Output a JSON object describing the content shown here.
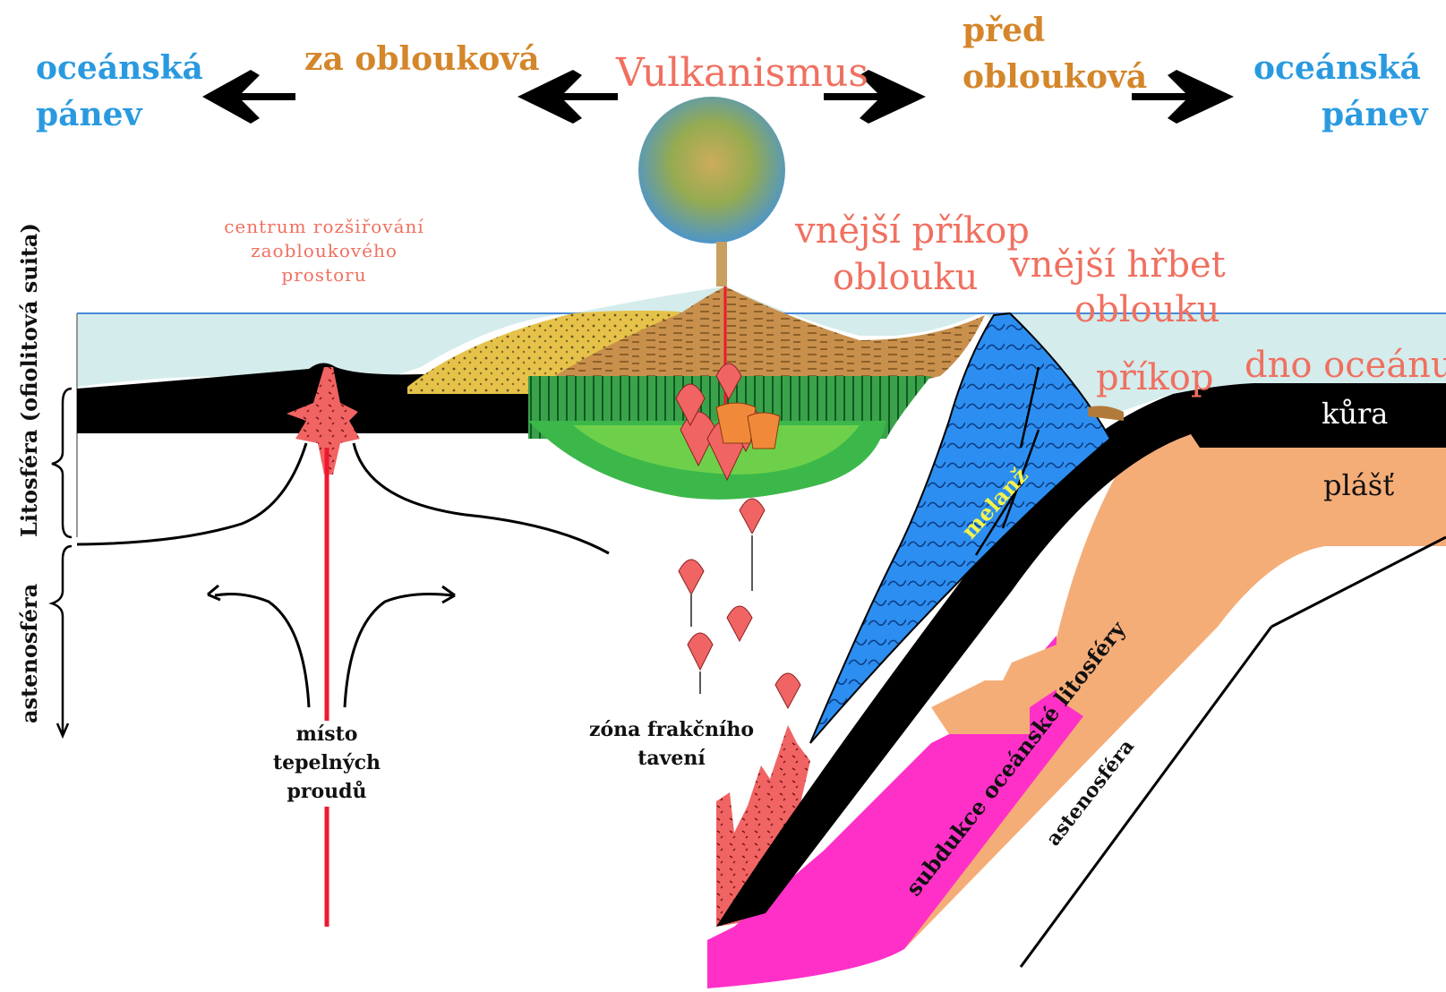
{
  "top": {
    "ocean_left": [
      "oceánská",
      "pánev"
    ],
    "back_arc": "za oblouková",
    "volcanism": "Vulkanismus",
    "fore_arc": [
      "před",
      "oblouková"
    ],
    "ocean_right": [
      "oceánská",
      "pánev"
    ]
  },
  "labels": {
    "spreading_center": [
      "centrum rozšiřování",
      "zaobloukového",
      "prostoru"
    ],
    "outer_trench": [
      "vnější příkop",
      "oblouku"
    ],
    "outer_ridge": [
      "vnější hřbet",
      "oblouku"
    ],
    "trench": "příkop",
    "ocean_floor": "dno oceánu",
    "crust": "kůra",
    "mantle": "plášť",
    "melange": "melanž",
    "heat_flow": [
      "místo",
      "tepelných",
      "proudů"
    ],
    "partial_melting": [
      "zóna frakčního",
      "tavení"
    ],
    "subduction": "subdukce oceánské litosféry",
    "asthenosphere_diag": "astenosféra",
    "lithosphere_vert": "Litosféra (ofiolitová suita)",
    "asthenosphere_vert": "astenosféra"
  },
  "colors": {
    "water": "#d4ecec",
    "crust": "#000000",
    "mantle": "#f5ad78",
    "subduction": "#ff30c8",
    "melange": "#2c8ef0",
    "arc_green": "#3cb84a",
    "magma": "#f06464",
    "sediment": "#c89650"
  }
}
